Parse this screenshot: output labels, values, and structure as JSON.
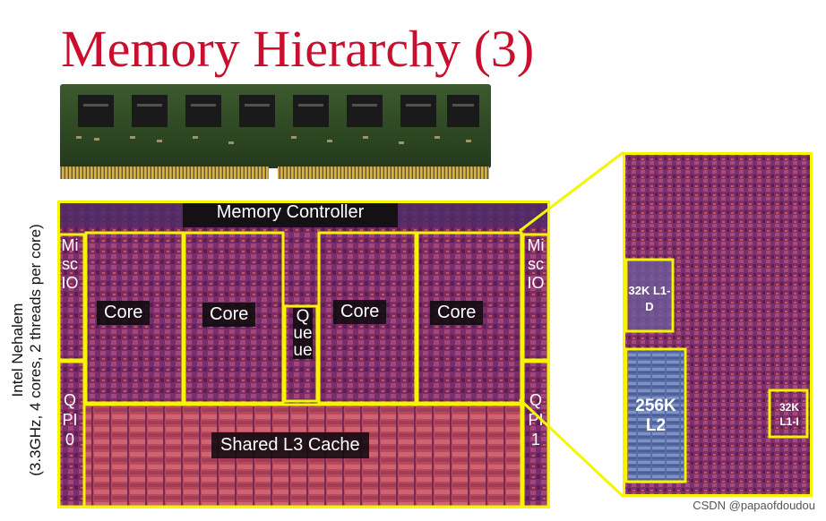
{
  "title": "Memory Hierarchy (3)",
  "side_label": {
    "line1": "Intel Nehalem",
    "line2": "(3.3GHz, 4 cores, 2 threads per core)"
  },
  "die": {
    "memory_controller": "Memory Controller",
    "core1": "Core",
    "core2": "Core",
    "core3": "Core",
    "core4": "Core",
    "queue": "Queue",
    "misc_io_left": "MiscIO",
    "misc_io_right": "MiscIO",
    "qpi_left": "QPI0",
    "qpi_right": "QPI1",
    "l3": "Shared L3 Cache"
  },
  "zoom": {
    "l1d": "32K L1-D",
    "l2": "256K L2",
    "l1i": "32K L1-I"
  },
  "credit": "CSDN @papaofdoudou",
  "colors": {
    "title": "#c8102e",
    "highlight": "#f5f500",
    "die_base": "#8a2f6e"
  }
}
